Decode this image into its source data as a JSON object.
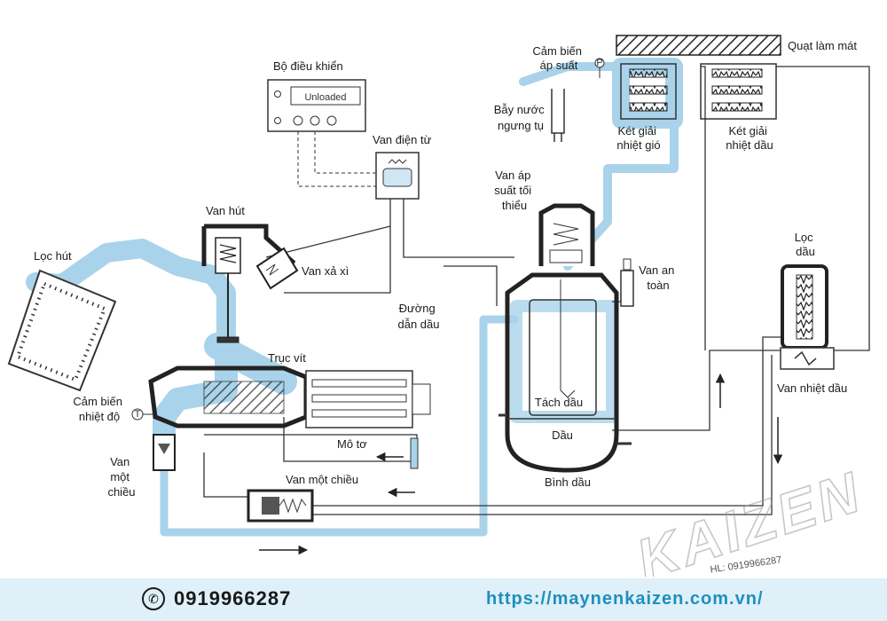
{
  "labels": {
    "controller": "Bộ điều khiển",
    "controller_display": "Unloaded",
    "solenoid_valve": "Van điện từ",
    "pressure_sensor": [
      "Cảm biến",
      "áp suất"
    ],
    "cooling_fan": "Quạt làm mát",
    "condensate_trap": [
      "Bẫy nước",
      "ngưng tụ"
    ],
    "air_cooler": [
      "Két giải",
      "nhiệt gió"
    ],
    "oil_cooler": [
      "Két giải",
      "nhiệt dầu"
    ],
    "min_pressure_valve": [
      "Van áp",
      "suất tối",
      "thiểu"
    ],
    "intake_valve": "Van hút",
    "intake_filter": "Lọc hút",
    "blowdown_valve": "Van xả xì",
    "oil_line": [
      "Đường",
      "dẫn dầu"
    ],
    "safety_valve": [
      "Van an",
      "toàn"
    ],
    "oil_filter": [
      "Lọc",
      "dầu"
    ],
    "screw_shaft": "Trục vít",
    "temp_sensor": [
      "Cảm biến",
      "nhiệt độ"
    ],
    "separator": "Tách dầu",
    "oil": "Dầu",
    "thermostatic_valve": "Van nhiệt dầu",
    "check_valve_left": [
      "Van",
      "một",
      "chiều"
    ],
    "motor": "Mô tơ",
    "check_valve_bottom": "Van một chiều",
    "oil_tank": "Bình dầu"
  },
  "watermark": {
    "brand": "KAIZEN",
    "hotline": "HL: 0919966287"
  },
  "footer": {
    "phone": "0919966287",
    "website": "https://maynenkaizen.com.vn/"
  },
  "colors": {
    "air_flow": "#a9d3ea",
    "line": "#333333",
    "footer_bg": "#dff0f8",
    "url": "#1e8fc0"
  }
}
